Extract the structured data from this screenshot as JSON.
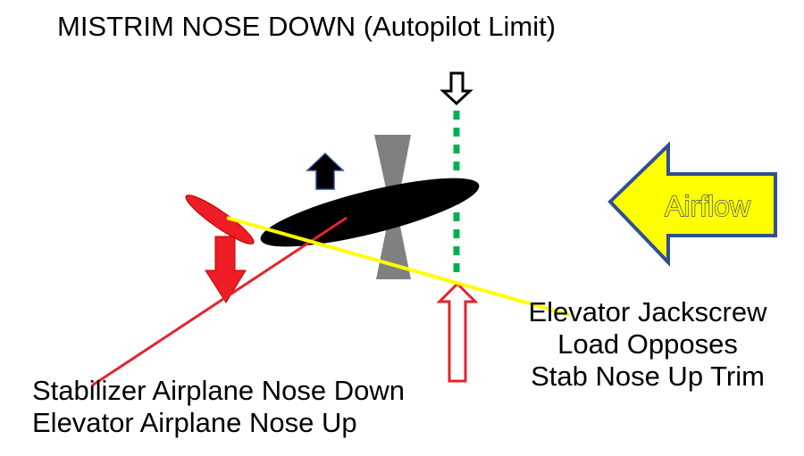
{
  "title": "MISTRIM NOSE DOWN (Autopilot Limit)",
  "airflow_label": "Airflow",
  "left_label": {
    "line1": "Stabilizer Airplane Nose Down",
    "line2": "Elevator Airplane Nose Up"
  },
  "right_label": {
    "line1": "Elevator Jackscrew",
    "line2": "Load Opposes",
    "line3": "Stab Nose Up Trim"
  },
  "colors": {
    "stabilizer": "#000000",
    "elevator": "#ee1c24",
    "pointer_line_left": "#e0262b",
    "pointer_line_right": "#ffff00",
    "pivot": "#808080",
    "reference_line": "#00b050",
    "airflow_fill": "#ffff00",
    "airflow_outline": "#2f4f8f"
  }
}
